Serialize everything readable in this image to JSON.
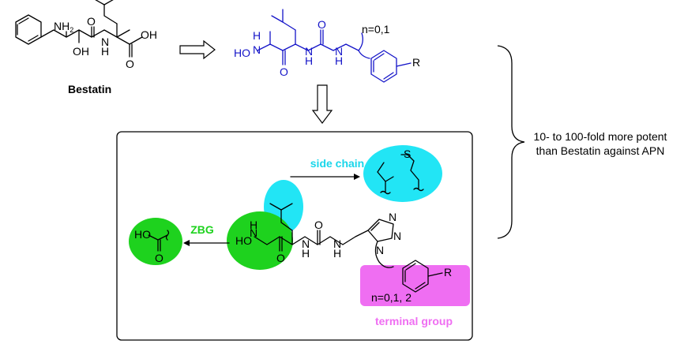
{
  "bestatin": {
    "name": "Bestatin",
    "atoms": {
      "nh2": "NH",
      "nh2_sub": "2",
      "oh": "OH",
      "oh_acid": "OH",
      "n": "N",
      "h": "H",
      "o": "O"
    }
  },
  "lead": {
    "atoms": {
      "ho_n": "HO",
      "n": "N",
      "h": "H",
      "o": "O",
      "r": "R"
    },
    "n_label": "n=0,1"
  },
  "design_box": {
    "side_chain_label": "side chain",
    "zbg_label": "ZBG",
    "terminal_label": "terminal group",
    "n_label": "n=0,1, 2",
    "atoms": {
      "ho": "HO",
      "o": "O",
      "n": "N",
      "h": "H",
      "r": "R",
      "s": "S"
    },
    "colors": {
      "cyan": "#22e5f5",
      "green": "#1ed21e",
      "magenta": "#ef6ef2",
      "cyan_text": "#19d6ea",
      "green_text": "#1ed21e",
      "magenta_text": "#ef6ef2"
    }
  },
  "result_note": {
    "line1": "10- to 100-fold more potent",
    "line2": "than Bestatin against APN"
  }
}
